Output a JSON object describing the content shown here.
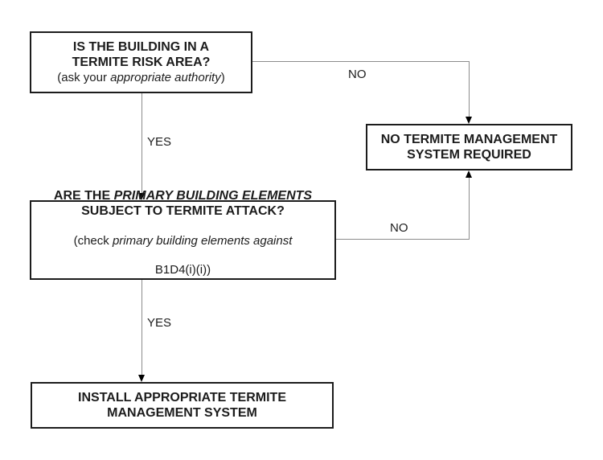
{
  "flowchart": {
    "colors": {
      "background": "#ffffff",
      "box_border": "#1c1c1c",
      "connector_line": "#8c8c8c",
      "arrowhead": "#000000",
      "text": "#1c1c1c"
    },
    "boxes": {
      "q1": {
        "title": "IS THE BUILDING IN A\nTERMITE RISK AREA?",
        "sub_pre": "(ask your ",
        "sub_italic": "appropriate authority",
        "sub_post": ")"
      },
      "no_system": {
        "title": "NO TERMITE MANAGEMENT\nSYSTEM REQUIRED"
      },
      "q2": {
        "title_pre": "ARE THE ",
        "title_italic": "PRIMARY BUILDING ELEMENTS",
        "title_post": "\nSUBJECT TO TERMITE ATTACK?",
        "sub_pre": "(check ",
        "sub_italic": "primary building elements against",
        "sub_line2": "B1D4(i)(i))"
      },
      "install": {
        "title": "INSTALL APPROPRIATE TERMITE\nMANAGEMENT SYSTEM"
      }
    },
    "edges": [
      {
        "from": "q1",
        "to": "q2",
        "label": "YES"
      },
      {
        "from": "q1",
        "to": "no_system",
        "label": "NO"
      },
      {
        "from": "q2",
        "to": "install",
        "label": "YES"
      },
      {
        "from": "q2",
        "to": "no_system",
        "label": "NO"
      }
    ]
  }
}
